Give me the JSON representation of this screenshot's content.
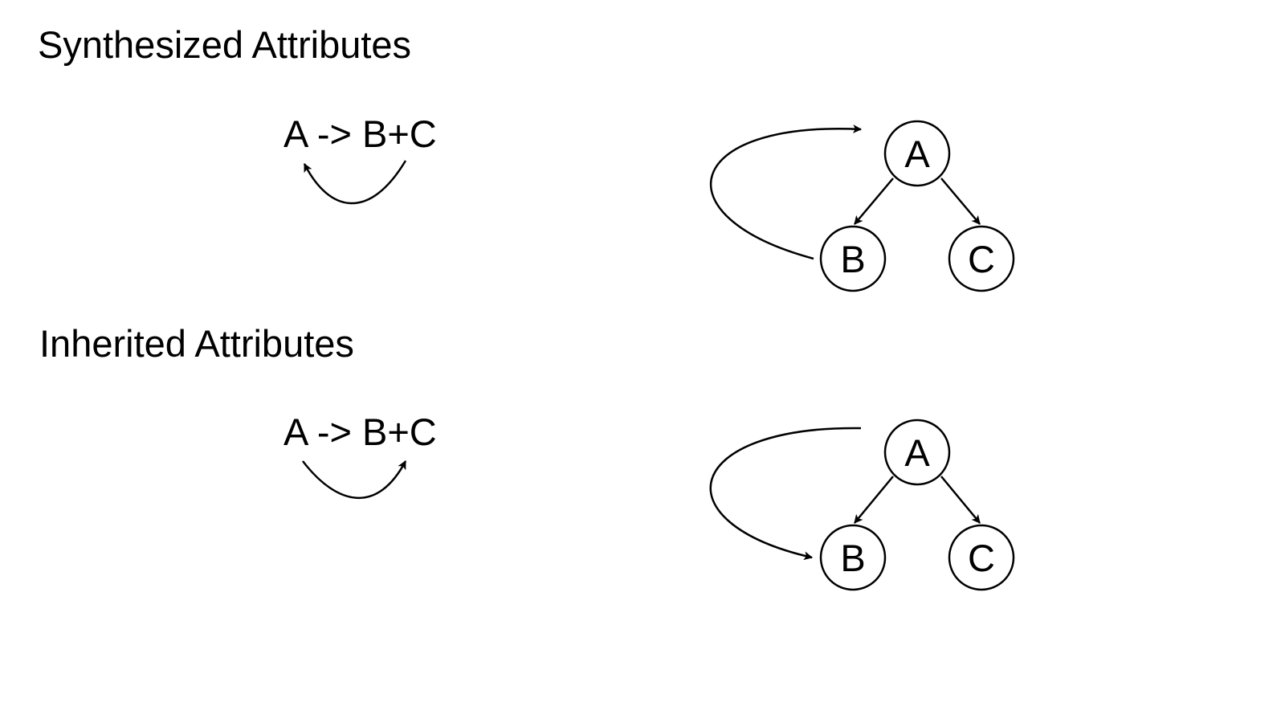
{
  "synthesized": {
    "title": "Synthesized Attributes",
    "production": "A -> B+C",
    "tree": {
      "root": "A",
      "left": "B",
      "right": "C"
    }
  },
  "inherited": {
    "title": "Inherited Attributes",
    "production": "A -> B+C",
    "tree": {
      "root": "A",
      "left": "B",
      "right": "C"
    }
  },
  "colors": {
    "ink": "#000000",
    "background": "#ffffff"
  }
}
